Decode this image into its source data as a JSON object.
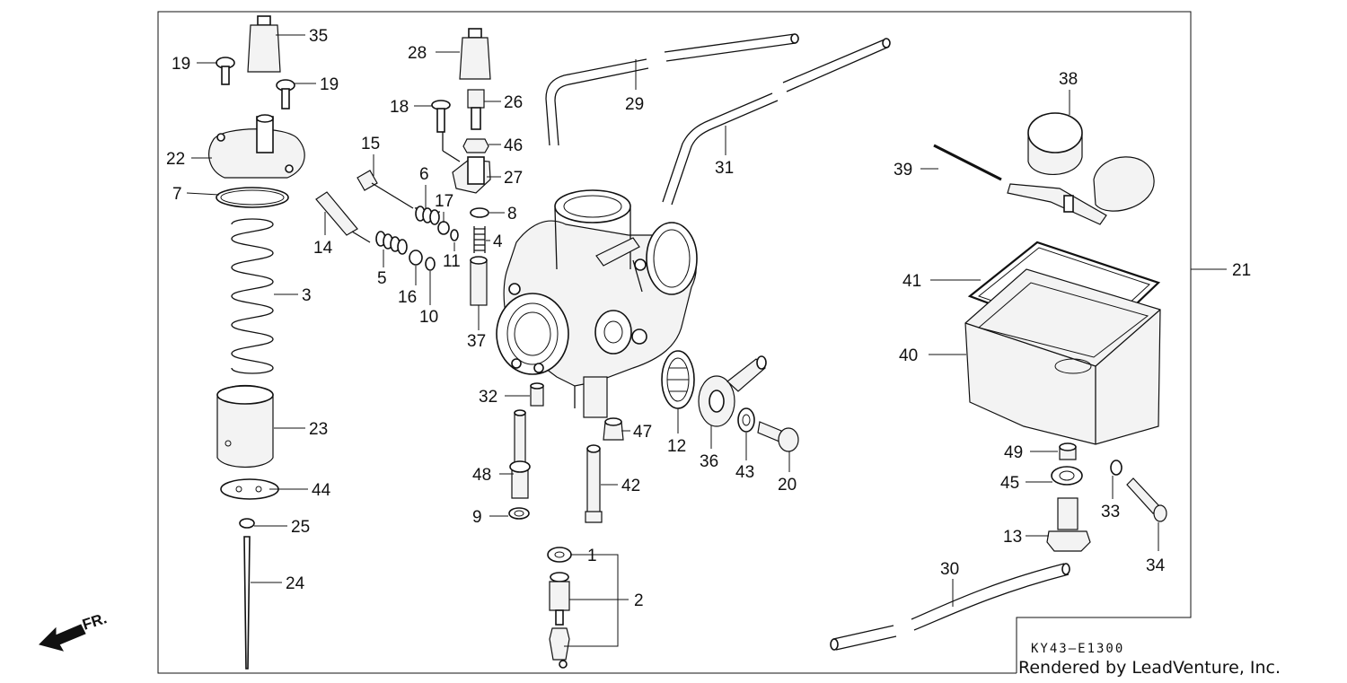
{
  "diagram_code": "KY43–E1300",
  "credit": "Rendered by LeadVenture, Inc.",
  "direction_label": "FR.",
  "parts": {
    "p1": "1",
    "p2": "2",
    "p3": "3",
    "p4": "4",
    "p5": "5",
    "p6": "6",
    "p7": "7",
    "p8": "8",
    "p9": "9",
    "p10": "10",
    "p11": "11",
    "p12": "12",
    "p13": "13",
    "p14": "14",
    "p15": "15",
    "p16": "16",
    "p17": "17",
    "p18": "18",
    "p19a": "19",
    "p19b": "19",
    "p20": "20",
    "p21": "21",
    "p22": "22",
    "p23": "23",
    "p24": "24",
    "p25": "25",
    "p26": "26",
    "p27": "27",
    "p28": "28",
    "p29": "29",
    "p30": "30",
    "p31": "31",
    "p32": "32",
    "p33": "33",
    "p34": "34",
    "p35": "35",
    "p36": "36",
    "p37": "37",
    "p38": "38",
    "p39": "39",
    "p40": "40",
    "p41": "41",
    "p42": "42",
    "p43": "43",
    "p44": "44",
    "p45": "45",
    "p46": "46",
    "p47": "47",
    "p48": "48",
    "p49": "49"
  }
}
